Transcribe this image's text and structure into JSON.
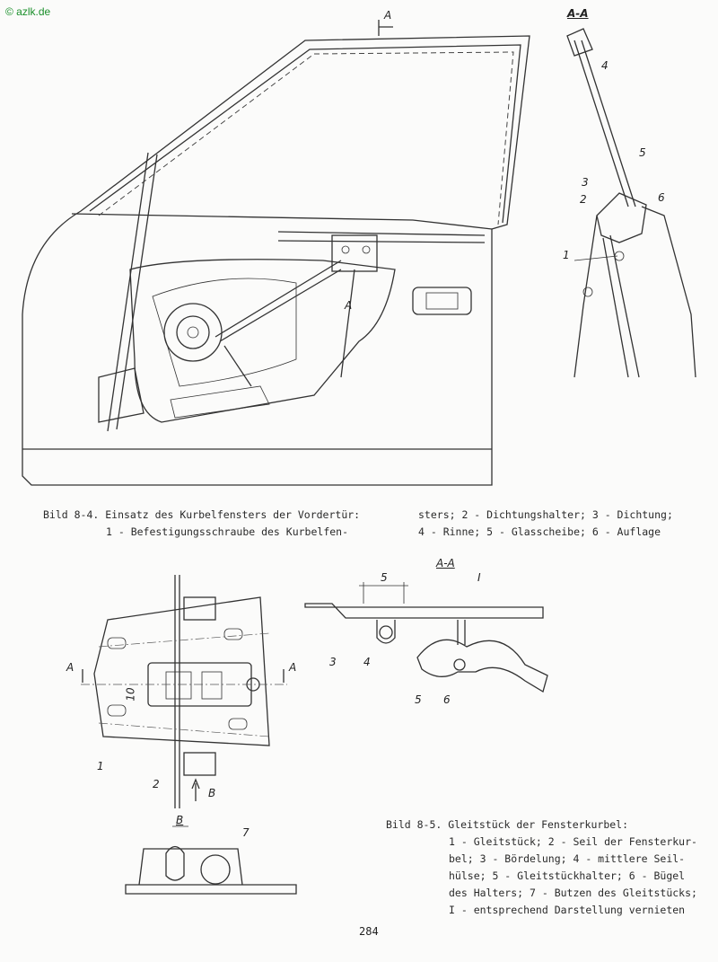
{
  "watermark": "© azlk.de",
  "figure1": {
    "caption_line1": "Bild 8-4. Einsatz des Kurbelfensters der Vordertür:",
    "caption_line2": "1 - Befestigungsschraube des Kurbelfen-",
    "caption_line3": "sters; 2 - Dichtungshalter; 3 - Dichtung;",
    "caption_line4": "4 - Rinne; 5 - Glasscheibe; 6 - Auflage",
    "section_mark": "A",
    "section_mark_lower": "A",
    "section_title": "A-A",
    "callouts": [
      "1",
      "2",
      "3",
      "4",
      "5",
      "6"
    ]
  },
  "figure2": {
    "caption_line1": "Bild 8-5. Gleitstück der Fensterkurbel:",
    "caption_line2": "1 - Gleitstück; 2 - Seil der Fensterkur-",
    "caption_line3": "bel; 3 - Bördelung; 4 - mittlere Seil-",
    "caption_line4": "hülse; 5 - Gleitstückhalter; 6 - Bügel",
    "caption_line5": "des Halters; 7 - Butzen des Gleitstücks;",
    "caption_line6": "I - entsprechend Darstellung vernieten",
    "section_title": "A-A",
    "section_left": "A",
    "section_right": "A",
    "view_arrow": "B",
    "view_title": "B",
    "dimension_top": "5",
    "dimension_side": "10",
    "mark_I": "I",
    "callouts": [
      "1",
      "2",
      "3",
      "4",
      "5",
      "6",
      "7"
    ]
  },
  "page_number": "284"
}
